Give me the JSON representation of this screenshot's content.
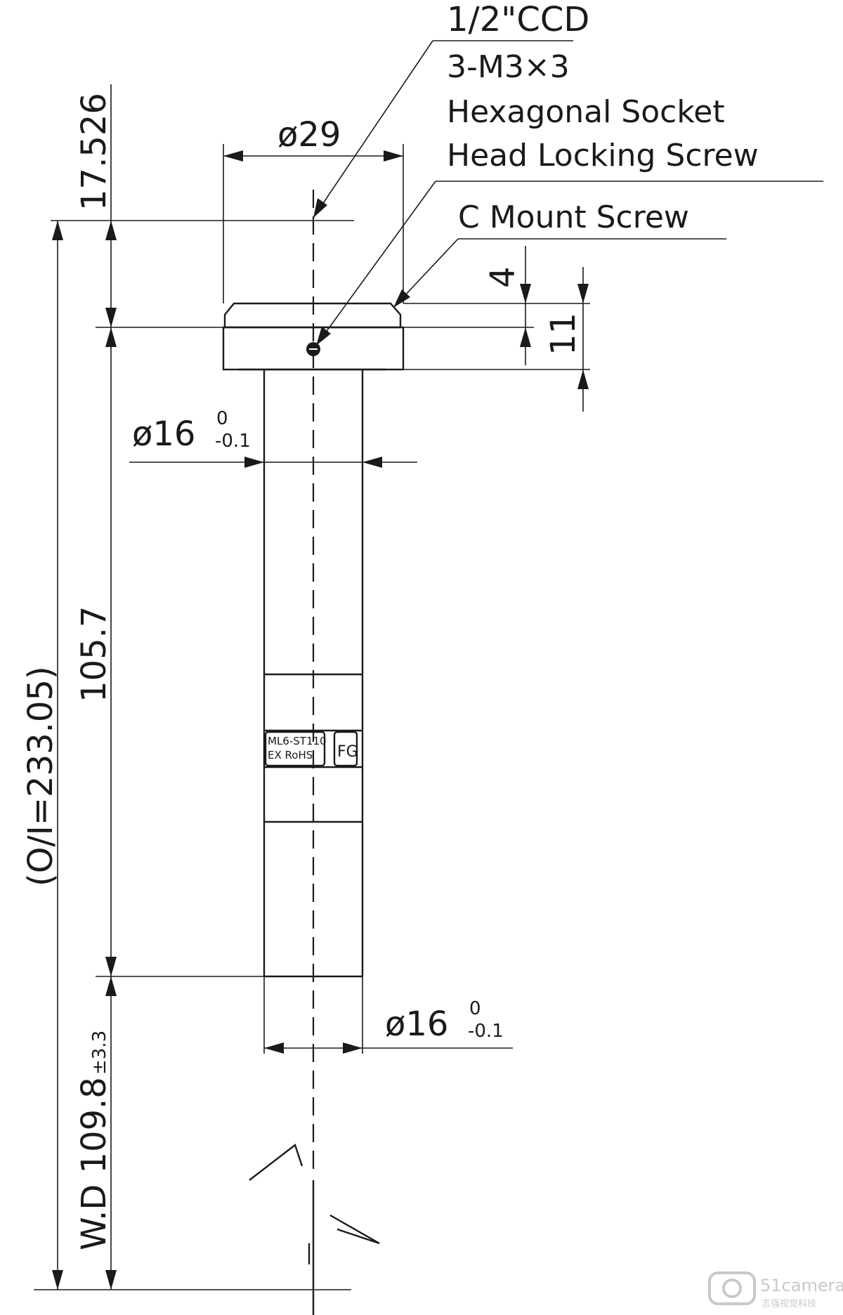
{
  "labels": {
    "ccd": "1/2\"CCD",
    "screw_spec": "3-M3×3",
    "screw_desc_1": "Hexagonal Socket",
    "screw_desc_2": "Head Locking Screw",
    "c_mount": "C Mount Screw"
  },
  "dimensions": {
    "dia_29": "ø29",
    "dia_16_top": "ø16",
    "dia_16_bottom": "ø16",
    "tol_upper": "0",
    "tol_lower": "-0.1",
    "d_17_526": "17.526",
    "d_105_7": "105.7",
    "d_4": "4",
    "d_11": "11",
    "oi": "(O/I=233.05)",
    "wd": "W.D 109.8",
    "wd_tol": "±3.3"
  },
  "lens_marking": {
    "line1": "ML6-ST110",
    "line2": "EX  RoHS",
    "badge": "FG"
  },
  "watermark": {
    "logo": "51camera",
    "subtitle": "志强视觉科技"
  }
}
